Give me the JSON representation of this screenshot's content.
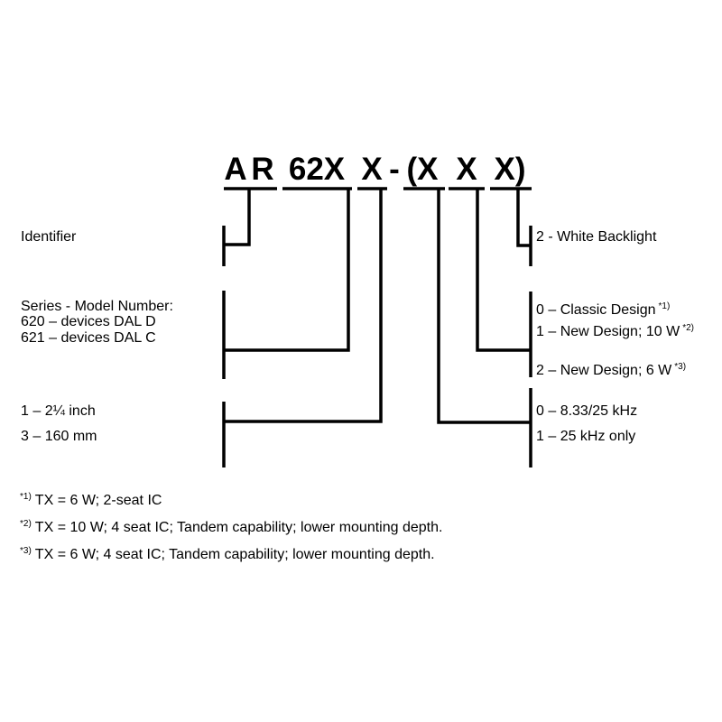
{
  "code_parts": [
    "A",
    "R",
    "62X",
    "X",
    "-",
    "(X",
    "X",
    "X)"
  ],
  "left_labels": {
    "identifier": "Identifier",
    "series": [
      "Series - Model Number:",
      "620 – devices DAL D",
      "621 – devices DAL C"
    ],
    "size": [
      "1 – 2¼ inch",
      "3 – 160 mm"
    ]
  },
  "right_labels": {
    "backlight": "2 - White Backlight",
    "design": [
      {
        "text": "0 – Classic Design",
        "note": "*1)"
      },
      {
        "text": "1 – New Design; 10 W",
        "note": "*2)"
      },
      {
        "text": "2 – New Design; 6 W",
        "note": "*3)"
      }
    ],
    "channel": [
      "0 – 8.33/25 kHz",
      "1 – 25 kHz only"
    ]
  },
  "footnotes": [
    {
      "mark": "*1)",
      "text": "TX = 6 W; 2-seat IC"
    },
    {
      "mark": "*2)",
      "text": "TX = 10 W; 4 seat IC; Tandem capability; lower mounting depth."
    },
    {
      "mark": "*3)",
      "text": "TX = 6 W; 4 seat IC; Tandem capability; lower mounting depth."
    }
  ]
}
